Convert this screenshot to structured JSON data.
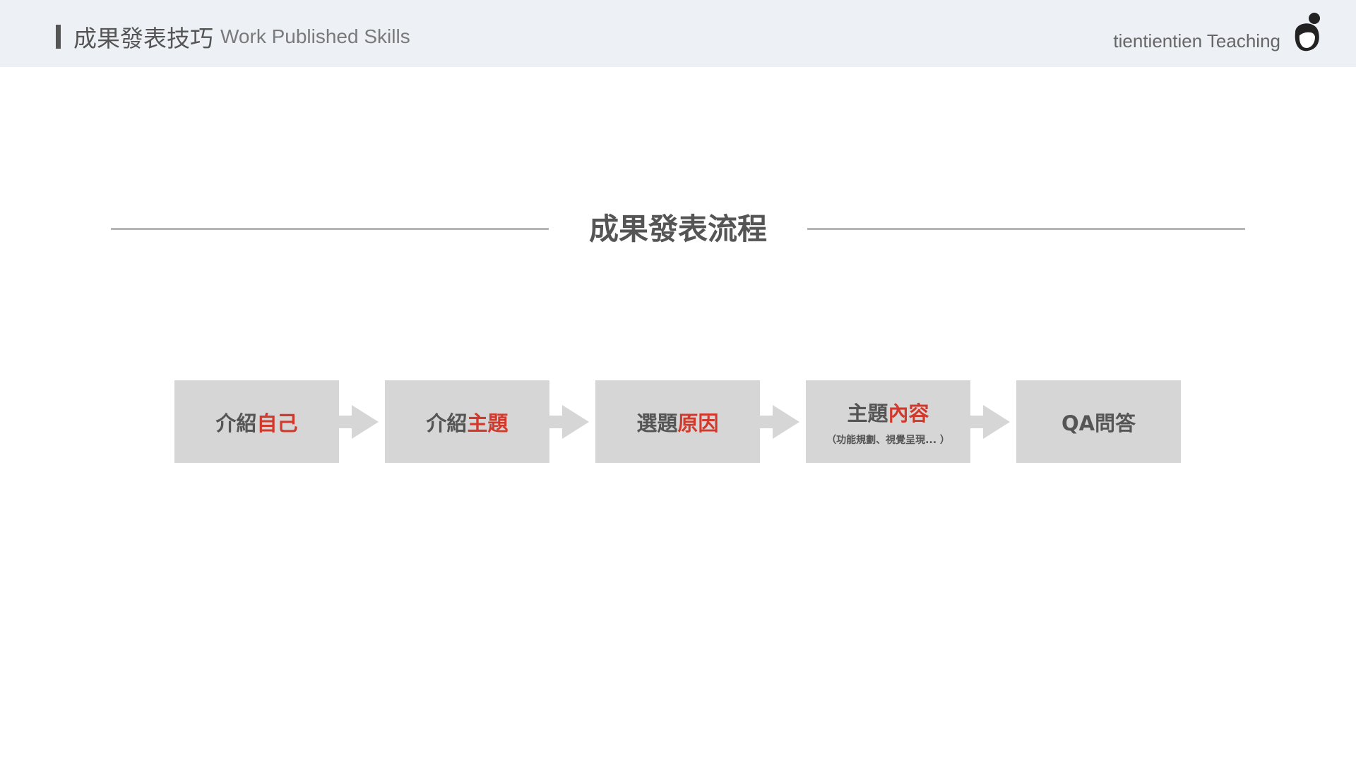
{
  "header": {
    "title_zh": "成果發表技巧",
    "title_en": "Work Published Skills",
    "brand": "tientientien Teaching"
  },
  "section": {
    "title": "成果發表流程"
  },
  "flow": {
    "steps": [
      {
        "label_plain": "介紹",
        "label_highlight": "自己",
        "note": ""
      },
      {
        "label_plain": "介紹",
        "label_highlight": "主題",
        "note": ""
      },
      {
        "label_plain": "選題",
        "label_highlight": "原因",
        "note": ""
      },
      {
        "label_plain": "主題",
        "label_highlight": "內容",
        "note": "（功能規劃、視覺呈現... ）"
      },
      {
        "label_plain": "QA問答",
        "label_highlight": "",
        "note": ""
      }
    ]
  },
  "colors": {
    "header_bg": "#edf0f4",
    "box_bg": "#d6d6d6",
    "text": "#555555",
    "highlight": "#d0392b",
    "arrow": "#d6d6d6",
    "rule": "#b5b5b5"
  }
}
